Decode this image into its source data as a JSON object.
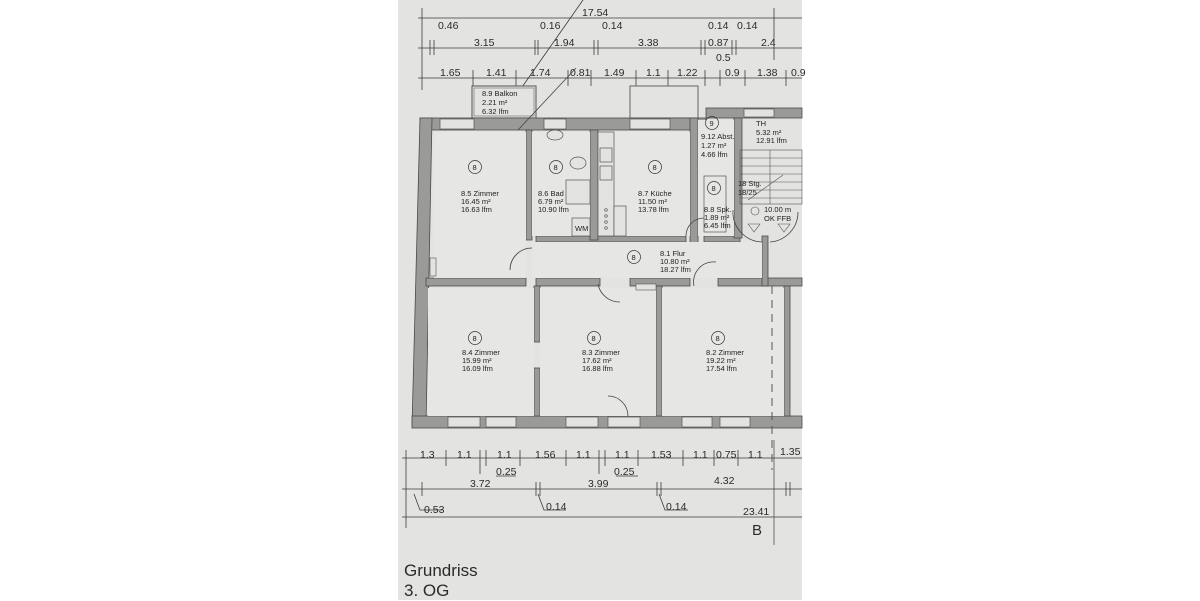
{
  "plan": {
    "title": "Grundriss",
    "floor": "3. OG",
    "axis_label": "B"
  },
  "dimensions": {
    "top_total": "17.54",
    "top_row1": [
      "0.46",
      "0.16",
      "0.14",
      "0.14",
      "0.14"
    ],
    "top_row2": [
      "3.15",
      "1.94",
      "3.38",
      "0.87",
      "2.4",
      "0.5"
    ],
    "top_row3": [
      "1.65",
      "1.41",
      "1.74",
      "0.81",
      "1.49",
      "1.1",
      "1.22",
      "0.9",
      "1.38",
      "0.9"
    ],
    "bottom_row1": [
      "1.3",
      "1.1",
      "1.1",
      "1.56",
      "1.1",
      "1.1",
      "1.53",
      "1.1",
      "0.75",
      "1.1",
      "1.35"
    ],
    "bottom_row1_sub": [
      "0.25",
      "0.25"
    ],
    "bottom_row2": [
      "3.72",
      "3.99",
      "4.32"
    ],
    "bottom_row3": [
      "0.53",
      "0.14",
      "0.14"
    ],
    "bottom_total": "23.41"
  },
  "rooms": [
    {
      "no": "8",
      "name": "8.9 Balkon",
      "area": "2.21 m²",
      "perimeter": "6.32 lfm"
    },
    {
      "no": "8",
      "name": "8.5 Zimmer",
      "area": "16.45 m²",
      "perimeter": "16.63 lfm"
    },
    {
      "no": "8",
      "name": "8.6 Bad",
      "area": "6.79 m²",
      "perimeter": "10.90 lfm"
    },
    {
      "no": "8",
      "name": "8.7 Küche",
      "area": "11.50 m²",
      "perimeter": "13.78 lfm"
    },
    {
      "no": "9",
      "name": "9.12 Abst.",
      "area": "1.27 m²",
      "perimeter": "4.66 lfm"
    },
    {
      "no": "",
      "name": "TH",
      "area": "5.32 m²",
      "perimeter": "12.91 lfm"
    },
    {
      "no": "8",
      "name": "8.8 Spk.",
      "area": "1.89 m²",
      "perimeter": "6.45 lfm"
    },
    {
      "no": "8",
      "name": "8.1 Flur",
      "area": "10.80 m²",
      "perimeter": "18.27 lfm"
    },
    {
      "no": "8",
      "name": "8.4 Zimmer",
      "area": "15.99 m²",
      "perimeter": "16.09 lfm"
    },
    {
      "no": "8",
      "name": "8.3 Zimmer",
      "area": "17.62 m²",
      "perimeter": "16.88 lfm"
    },
    {
      "no": "8",
      "name": "8.2 Zimmer",
      "area": "19.22 m²",
      "perimeter": "17.54 lfm"
    }
  ],
  "stairs": {
    "label": "18 Stg.",
    "ratio": "18/25",
    "level": "10.00 m",
    "level_ref": "OK FFB"
  },
  "fixtures": {
    "washer": "WM"
  },
  "colors": {
    "paper": "#e3e3e1",
    "wall": "#9a9a98",
    "line": "#3a3a3a"
  }
}
